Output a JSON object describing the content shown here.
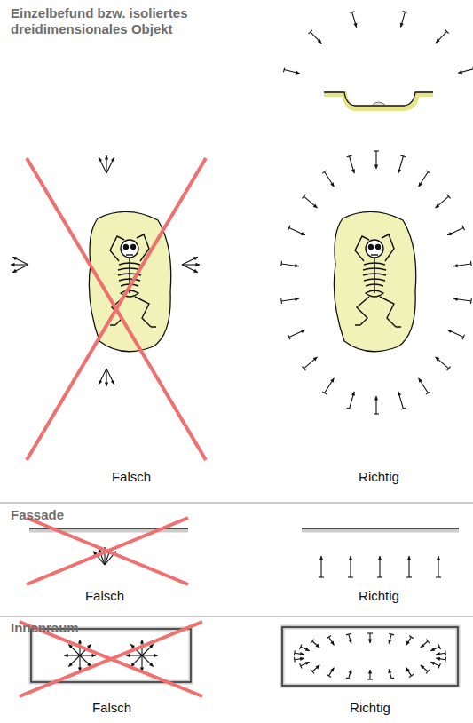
{
  "diagram": {
    "labels": [
      "Einzelbefund bzw. isoliertes dreidimensionales Objekt",
      "Falsch",
      "Richtig",
      "Fassade",
      "Falsch",
      "Richtig",
      "Innenraum",
      "Falsch",
      "Richtig"
    ]
  }
}
